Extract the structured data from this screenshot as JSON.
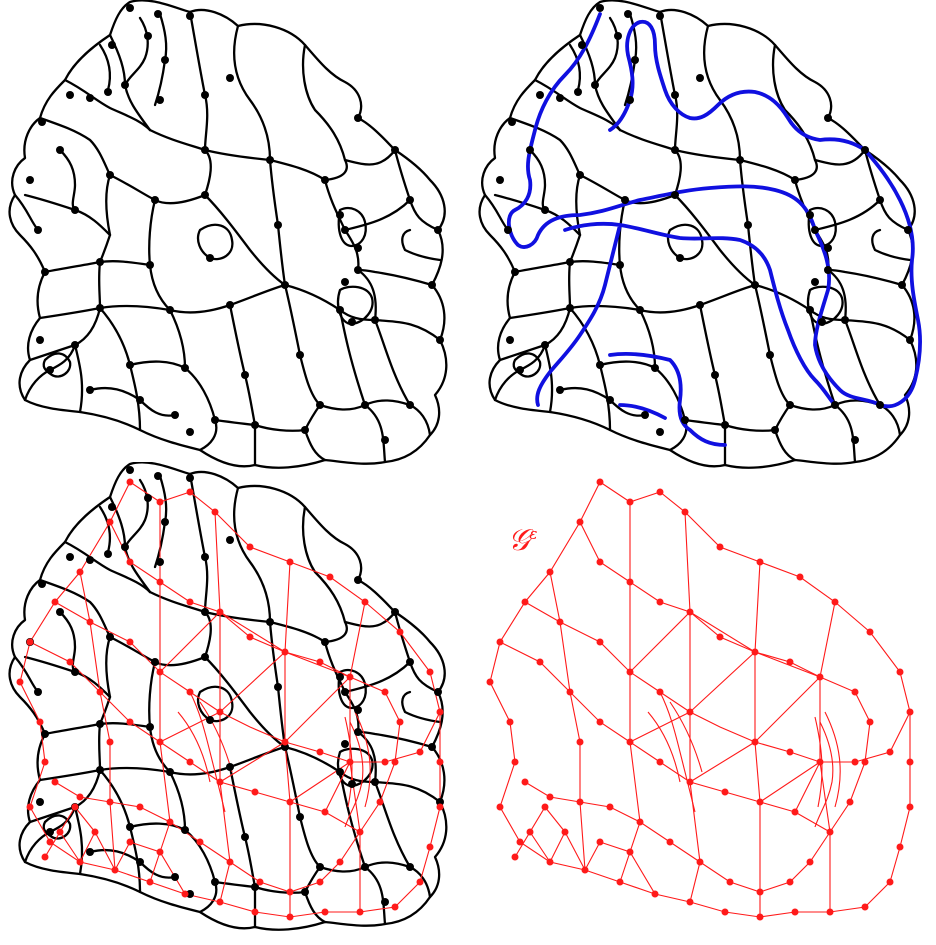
{
  "figure": {
    "graph_label": "𝒢",
    "graph_label_superscript": "ε",
    "colors": {
      "cell_boundaries": "#000000",
      "path": "#1010e0",
      "graph": "#ff1a1a"
    },
    "panels": [
      {
        "name": "cell-decomposition"
      },
      {
        "name": "cell-decomposition-with-path"
      },
      {
        "name": "cell-decomposition-with-graph"
      },
      {
        "name": "graph-only"
      }
    ]
  }
}
